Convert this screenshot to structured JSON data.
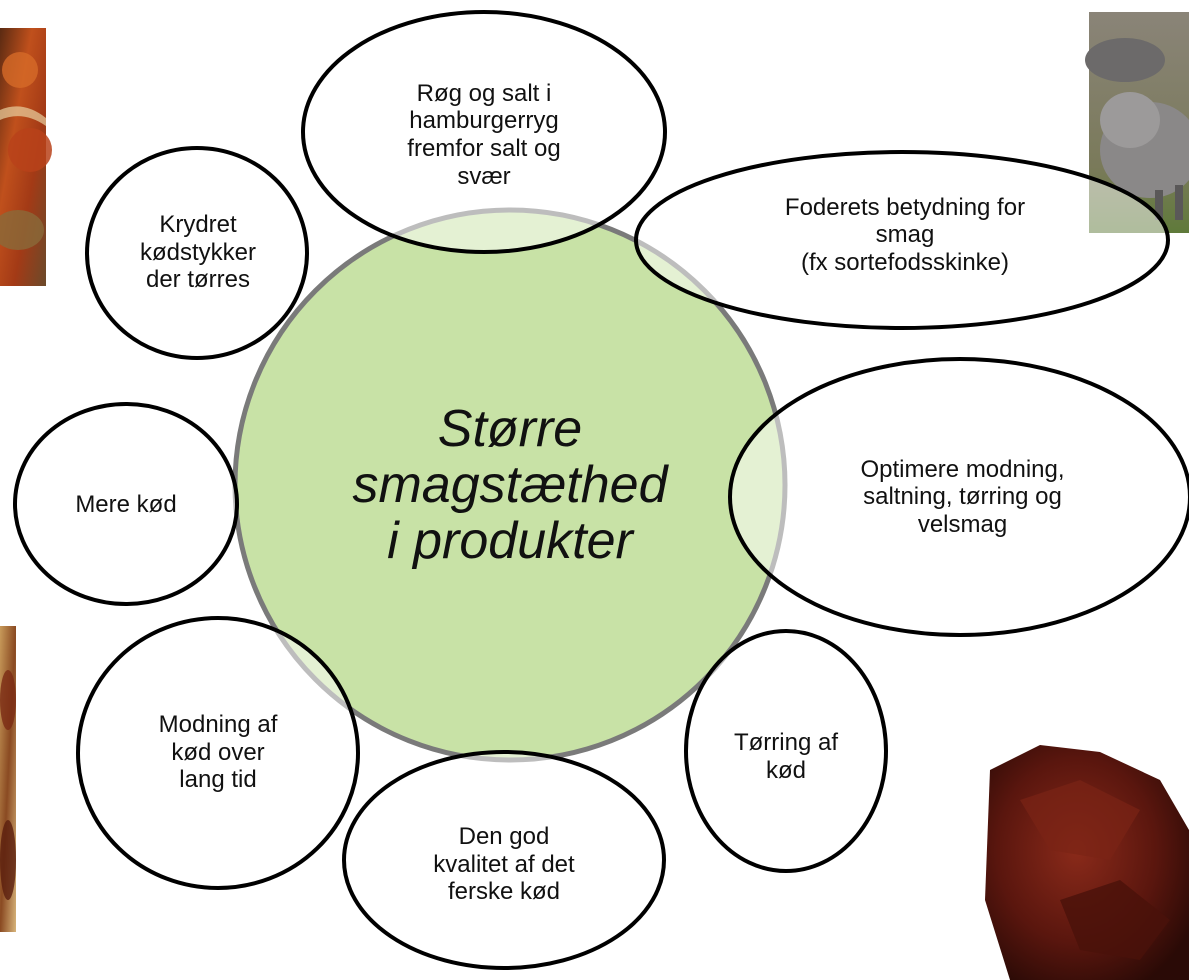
{
  "center": {
    "text": "Større\nsmagstæthed\ni produkter",
    "fill": "#c8e2a6",
    "stroke": "#7a7a7a"
  },
  "nodes": {
    "rog": "Røg og salt i\nhamburgerryg\nfremfor salt og\nsvær",
    "foder": "Foderets betydning for\nsmag\n(fx sortefodsskinke)",
    "krydret": "Krydret\nkødstykker\nder tørres",
    "mere": "Mere kød",
    "optimere": "Optimere modning,\nsaltning, tørring og\nvelsmag",
    "modning": "Modning af\nkød over\nlang tid",
    "torring": "Tørring af\nkød",
    "god": "Den god\nkvalitet af det\nferske kød"
  },
  "photos": {
    "spices": "spices-photo",
    "pigs": "pigs-photo",
    "ham": "ham-photo",
    "jerky": "jerky-photo"
  }
}
